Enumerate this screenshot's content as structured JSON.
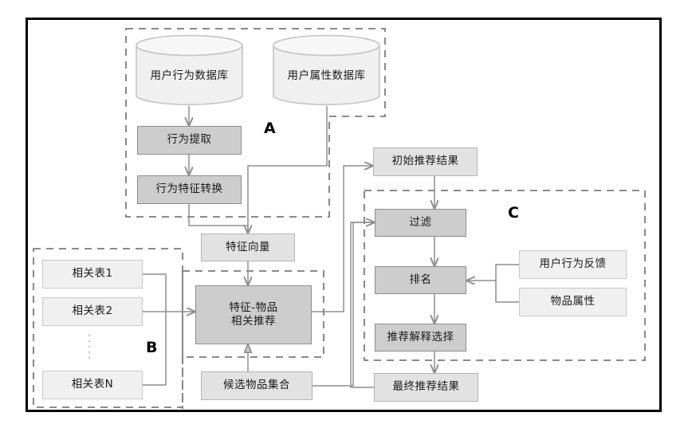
{
  "diagram": {
    "title": "Recommendation System Architecture Flowchart",
    "groups": [
      {
        "id": "A",
        "label": "A"
      },
      {
        "id": "B",
        "label": "B"
      },
      {
        "id": "C",
        "label": "C"
      }
    ],
    "databases": [
      {
        "id": "user-behavior-db",
        "label": "用户行为数据库"
      },
      {
        "id": "user-attribute-db",
        "label": "用户属性数据库"
      }
    ],
    "process_nodes": [
      {
        "id": "behavior-extraction",
        "label": "行为提取"
      },
      {
        "id": "behavior-feature-transform",
        "label": "行为特征转换"
      },
      {
        "id": "feature-item-recommend",
        "label": "特征-物品\n相关推荐",
        "line1": "特征-物品",
        "line2": "相关推荐"
      },
      {
        "id": "filter",
        "label": "过滤"
      },
      {
        "id": "ranking",
        "label": "排名"
      },
      {
        "id": "explanation-selection",
        "label": "推荐解释选择"
      }
    ],
    "data_nodes": [
      {
        "id": "feature-vector",
        "label": "特征向量"
      },
      {
        "id": "candidate-item-set",
        "label": "候选物品集合"
      },
      {
        "id": "initial-recommend-result",
        "label": "初始推荐结果"
      },
      {
        "id": "final-recommend-result",
        "label": "最终推荐结果"
      }
    ],
    "relation_tables": [
      {
        "id": "relation-table-1",
        "label": "相关表1"
      },
      {
        "id": "relation-table-2",
        "label": "相关表2"
      },
      {
        "id": "relation-table-n",
        "label": "相关表N"
      }
    ],
    "side_inputs": [
      {
        "id": "user-behavior-feedback",
        "label": "用户行为反馈"
      },
      {
        "id": "item-attribute",
        "label": "物品属性"
      }
    ],
    "colors": {
      "process_fill": "#cdcdcd",
      "process_border": "#8d8d8d",
      "data_fill": "#e2e2e2",
      "data_border": "#b4b4b4",
      "plain_fill": "#f0f0f0",
      "plain_border": "#c9c9c9",
      "connector": "#8d8d8d",
      "group_dash": "#8a8a8a",
      "frame": "#000000"
    }
  }
}
